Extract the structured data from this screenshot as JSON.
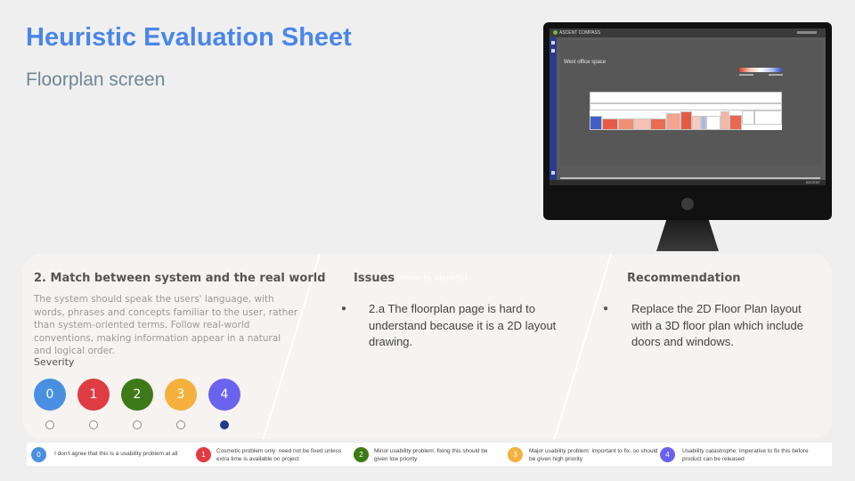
{
  "header": {
    "title": "Heuristic Evaluation Sheet",
    "subtitle": "Floorplan screen"
  },
  "monitor": {
    "brand": "ASCENT COMPASS",
    "floor_title": "West office space",
    "footer_brand": "ASCENT"
  },
  "principle": {
    "title": "2. Match between system and the real world",
    "description": "The system should speak the users' language, with words, phrases and concepts familiar to the user, rather than system-oriented terms. Follow real-world conventions, making information appear in a natural and logical order."
  },
  "severity": {
    "label": "Severity",
    "levels": [
      {
        "value": "0",
        "color": "#4a90e2"
      },
      {
        "value": "1",
        "color": "#e03c44"
      },
      {
        "value": "2",
        "color": "#3d7a17"
      },
      {
        "value": "3",
        "color": "#f5b13d"
      },
      {
        "value": "4",
        "color": "#6a63ee"
      }
    ],
    "selected": "4"
  },
  "issues": {
    "heading": "Issues",
    "heading_note": "(more to identify)",
    "items": [
      "2.a The floorplan page is hard to understand because it is a 2D layout drawing."
    ]
  },
  "recommendation": {
    "heading": "Recommendation",
    "items": [
      "Replace the 2D Floor Plan layout with a 3D floor plan which include doors and windows."
    ]
  },
  "legend": [
    {
      "value": "0",
      "text": "I don't agree that this is a usability problem at all"
    },
    {
      "value": "1",
      "text": "Cosmetic problem only: need not be fixed unless extra time is available on project"
    },
    {
      "value": "2",
      "text": "Minor usability problem: fixing this should be given low priority"
    },
    {
      "value": "3",
      "text": "Major usability problem: important to fix, so should be given high priority"
    },
    {
      "value": "4",
      "text": "Usability catastrophe: imperative to fix this before product can be released"
    }
  ]
}
